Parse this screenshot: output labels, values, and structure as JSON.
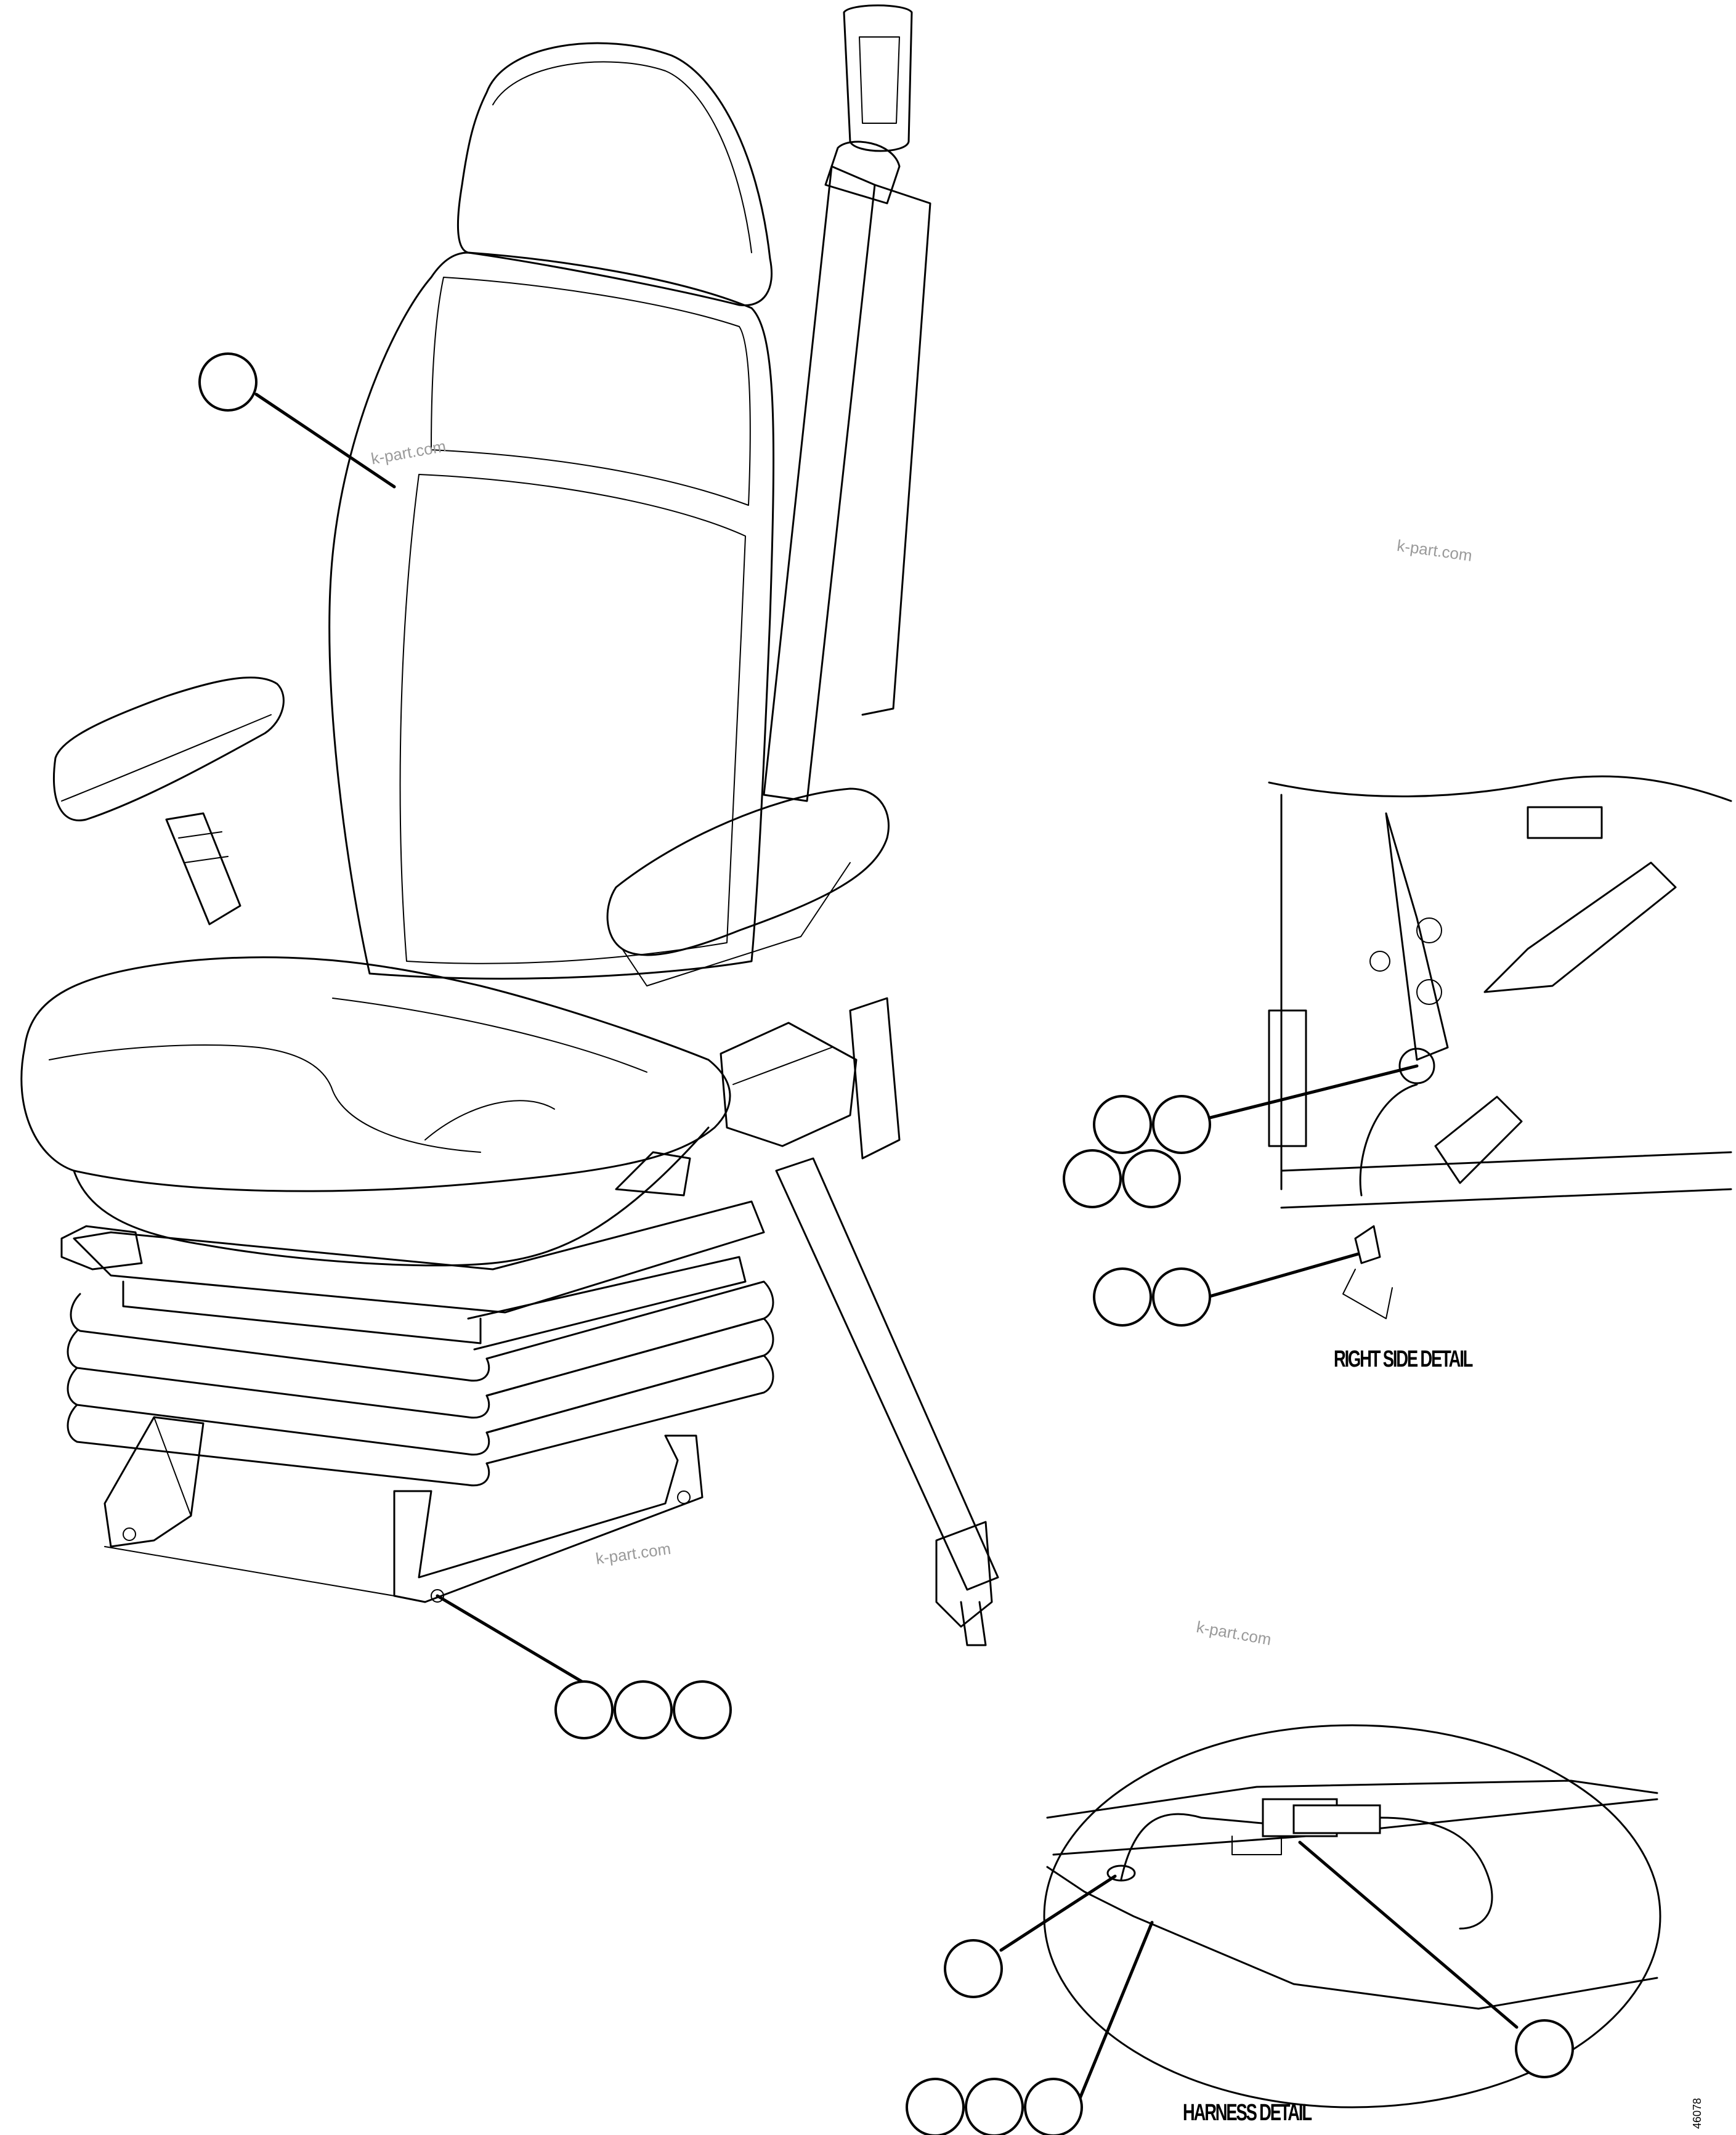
{
  "details": {
    "right_side": {
      "caption": "RIGHT SIDE DETAIL"
    },
    "harness": {
      "caption": "HARNESS DETAIL"
    }
  },
  "watermark": {
    "text": "k-part.com"
  },
  "figure_code": "46078",
  "callouts": {
    "backrest": {
      "label": ""
    },
    "base_mount": {
      "labels": [
        "",
        "",
        ""
      ]
    },
    "right_side_upper": {
      "labels": [
        "",
        "",
        "",
        ""
      ]
    },
    "right_side_lower": {
      "labels": [
        "",
        ""
      ]
    },
    "harness_clip": {
      "label": ""
    },
    "harness_wire": {
      "labels": [
        "",
        "",
        ""
      ]
    },
    "harness_connector": {
      "label": ""
    }
  }
}
